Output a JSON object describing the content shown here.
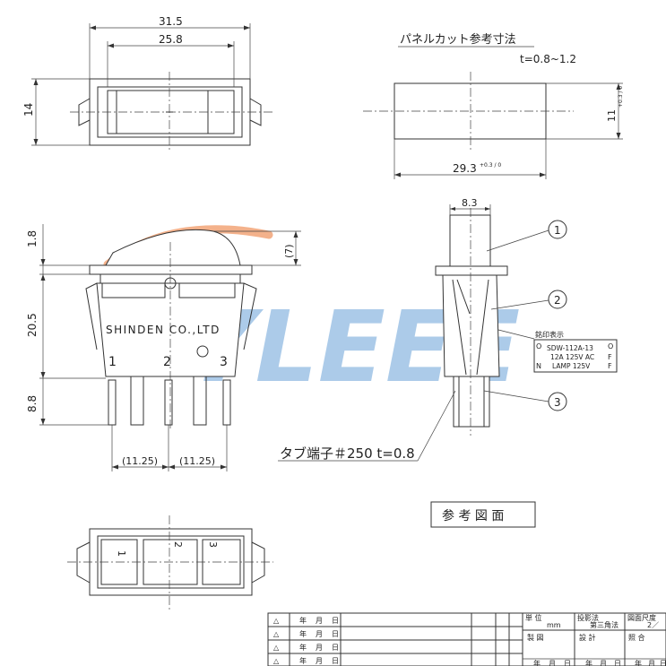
{
  "dimensions": {
    "front_width_outer": "31.5",
    "front_width_inner": "25.8",
    "front_height": "14",
    "side_top": "1.8",
    "side_body": "20.5",
    "side_terminal": "8.8",
    "actuator_rise": "(7)",
    "pitch_left": "(11.25)",
    "pitch_right": "(11.25)",
    "right_width": "8.3",
    "panel_width": "29.3",
    "panel_width_tol": "+0.3 / 0",
    "panel_height": "11",
    "panel_height_tol": "+0.3 / 0"
  },
  "panel_cut": {
    "title": "パネルカット参考寸法",
    "thickness": "t=0.8~1.2"
  },
  "body_marking": {
    "maker": "SHINDEN CO.,LTD",
    "terminals": [
      "1",
      "2",
      "3"
    ]
  },
  "callouts": [
    "1",
    "2",
    "3"
  ],
  "stamp_box": {
    "title": "銘印表示",
    "rows": [
      {
        "left": "O",
        "text": "SDW-112A-13",
        "right": "O"
      },
      {
        "left": "",
        "text": "12A 125V AC",
        "right": "F"
      },
      {
        "left": "N",
        "text": "LAMP 125V",
        "right": "F"
      }
    ]
  },
  "tab_note": "タブ端子＃250 t=0.8",
  "reference_label": "参 考 図 面",
  "watermark": "YLEEE",
  "title_block": {
    "revision_rows": [
      {
        "mark": "△",
        "year": "年",
        "month": "月",
        "day": "日"
      },
      {
        "mark": "△",
        "year": "年",
        "month": "月",
        "day": "日"
      },
      {
        "mark": "△",
        "year": "年",
        "month": "月",
        "day": "日"
      },
      {
        "mark": "△",
        "year": "年",
        "month": "月",
        "day": "日"
      }
    ],
    "unit_label": "単 位",
    "unit_value": "mm",
    "projection_label": "投影法",
    "projection_value": "第三角法",
    "scale_label": "図面尺度",
    "scale_value": "2／",
    "drawn_label": "製 図",
    "design_label": "設 計",
    "check_label": "照 合",
    "date_labels": [
      "年",
      "月",
      "日"
    ]
  },
  "colors": {
    "line": "#333333",
    "watermark_blue": "#9ec3e6",
    "watermark_orange": "#f2a477"
  }
}
